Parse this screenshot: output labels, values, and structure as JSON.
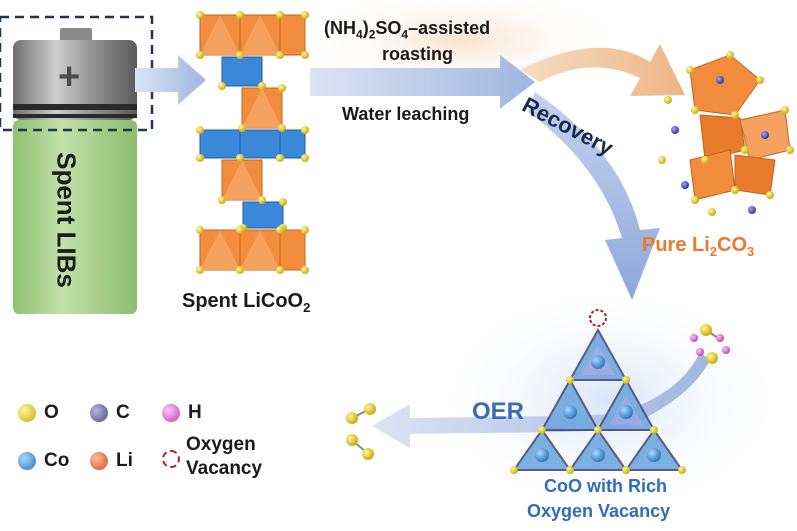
{
  "battery": {
    "label": "Spent LIBs",
    "plus_symbol": "+"
  },
  "steps": {
    "roasting_line1_a": "(NH",
    "roasting_sub1": "4",
    "roasting_line1_b": ")",
    "roasting_sub2": "2",
    "roasting_line1_c": "SO",
    "roasting_sub3": "4",
    "roasting_line1_d": "–assisted",
    "roasting_line2": "roasting",
    "leaching": "Water leaching",
    "recovery": "Recovery",
    "oer": "OER"
  },
  "products": {
    "spent_a": "Spent LiCoO",
    "spent_sub": "2",
    "li2co3_a": "Pure Li",
    "li2co3_sub1": "2",
    "li2co3_b": "CO",
    "li2co3_sub2": "3",
    "coo_line1": "CoO with Rich",
    "coo_line2": "Oxygen Vacancy"
  },
  "legend": {
    "o": "O",
    "c": "C",
    "h": "H",
    "co": "Co",
    "li": "Li",
    "vacancy_line1": "Oxygen",
    "vacancy_line2": "Vacancy"
  },
  "colors": {
    "octa_orange": "#f08c3c",
    "octa_blue": "#3b88d8",
    "atom_o": "#e8d21a",
    "atom_c": "#6a6a9a",
    "atom_h": "#e060d8",
    "atom_co": "#3a8fd0",
    "atom_li": "#e8643a",
    "vacancy": "#b02020",
    "arrow": "#b8c8e8",
    "battery_green": "#a8d08a",
    "text_orange": "#ea7a2c",
    "text_blue": "#2e6eb8"
  }
}
